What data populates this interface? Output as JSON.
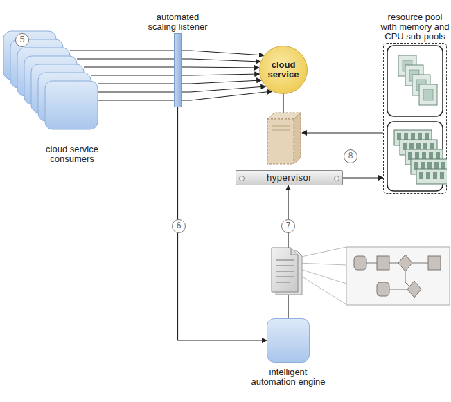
{
  "diagram": {
    "nodes": [
      {
        "text": [
          "automated scaling listener"
        ]
      },
      {
        "text": [
          "resource pool with memory and CPU sub-pools"
        ]
      },
      {
        "text": [
          "cloud service consumers"
        ]
      },
      {
        "text": [
          "cloud service"
        ]
      },
      {
        "text": [
          "hypervisor"
        ]
      },
      {
        "text": [
          "intelligent automation engine"
        ]
      }
    ],
    "edges": [
      {
        "from": 2,
        "to": 3,
        "arrow": "to"
      },
      {
        "from": 2,
        "to": 3,
        "arrow": "to"
      },
      {
        "from": 2,
        "to": 3,
        "arrow": "to"
      },
      {
        "from": 2,
        "to": 3,
        "arrow": "to"
      },
      {
        "from": 2,
        "to": 3,
        "arrow": "to"
      },
      {
        "from": 2,
        "to": 3,
        "arrow": "to"
      },
      {
        "from": 2,
        "to": 3,
        "arrow": "to"
      },
      {
        "from": 0,
        "to": 5,
        "arrow": "to"
      },
      {
        "from": 5,
        "to": 4,
        "arrow": "to"
      },
      {
        "from": 4,
        "to": 1,
        "arrow": "to"
      }
    ],
    "labels": [
      "5",
      "6",
      "7",
      "8"
    ]
  }
}
